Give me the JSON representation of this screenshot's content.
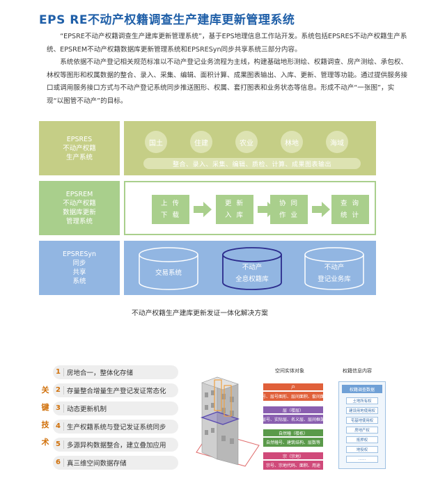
{
  "title": "EPS RE不动产权籍调查生产建库更新管理系统",
  "intro": {
    "p1": "“EPSRE不动产权籍调查生产建库更新管理系统”，基于EPS地理信息工作站开发。系统包括EPSRES不动产权籍生产系统、EPSREM不动产权籍数据库更新管理系统和EPSRESyn同步共享系统三部分内容。",
    "p2": "系统依据不动产登记相关规范标准以不动产登记业务流程为主线，构建基础地形测绘、权籍调查、房产测绘、承包权、林权等图形和权属数据的整合、录入、采集、编辑、面积计算、成果图表输出、入库、更新、管理等功能。通过提供服务接口或调用服务接口方式与不动产登记系统同步推送图形、权属、套打图表和业务状态等信息。形成不动产“一张图”，实现“以图管不动产”的目标。"
  },
  "diagram": {
    "rows": [
      {
        "label": "EPSRES\n不动产权籍\n生产系统"
      },
      {
        "label": "EPSREM\n不动产权籍\n数据库更新\n管理系统"
      },
      {
        "label": "EPSRESyn\n同步\n共享\n系统"
      }
    ],
    "row1_pills": [
      "国土",
      "住建",
      "农业",
      "林地",
      "海域"
    ],
    "row1_bar": "整合、录入、采集、编辑、质检、计算、成果图表输出",
    "row2_steps": [
      "上 传\n下 载",
      "更 新\n入 库",
      "协 同\n作 业",
      "查 询\n统 计"
    ],
    "row3_dbs": [
      "交易系统",
      "不动产\n全息权籍库",
      "不动产\n登记业务库"
    ],
    "caption": "不动产权籍生产建库更新发证一体化解决方案"
  },
  "key_tech": {
    "side_label": [
      "关",
      "键",
      "技",
      "术"
    ],
    "items": [
      {
        "num": "1",
        "text": "房地合一，整体化存储"
      },
      {
        "num": "2",
        "text": "存量整合增量生产登记发证常态化"
      },
      {
        "num": "3",
        "text": "动态更新机制"
      },
      {
        "num": "4",
        "text": "生产权籍系统与登记发证系统同步"
      },
      {
        "num": "5",
        "text": "多源异构数据整合，建立叠加应用"
      },
      {
        "num": "6",
        "text": "真三维空间数据存储"
      }
    ]
  },
  "objects_table": {
    "header": "空间实体对象",
    "bars": [
      {
        "label": "户",
        "color": "#e0603a"
      },
      {
        "label": "层号、层号图形、层间面积、套间面积",
        "color": "#e0603a"
      },
      {
        "label": "层（楼层）",
        "color": "#8a5fb0"
      },
      {
        "label": "层号、实际层、名义层、层间框架",
        "color": "#8a5fb0"
      },
      {
        "label": "自然幢（楼栋）",
        "color": "#5a9a4a"
      },
      {
        "label": "自然幢号、建筑结构、层数等",
        "color": "#5a9a4a"
      },
      {
        "label": "宗（宗地）",
        "color": "#d04a7a"
      },
      {
        "label": "宗号、宗地代码、面积、用途",
        "color": "#d04a7a"
      }
    ]
  },
  "rights_table": {
    "header": "权籍信息内容",
    "head_box": "权籍调查数据",
    "items": [
      "土地所有权",
      "建设用地使用权",
      "宅基地使用权",
      "房地产权",
      "抵押权",
      "地役权",
      "……"
    ]
  },
  "colors": {
    "title": "#1f5fa8",
    "row1": "#c5ce86",
    "row2": "#a9cf8c",
    "row3": "#92b6e2",
    "accent": "#d0700a"
  }
}
